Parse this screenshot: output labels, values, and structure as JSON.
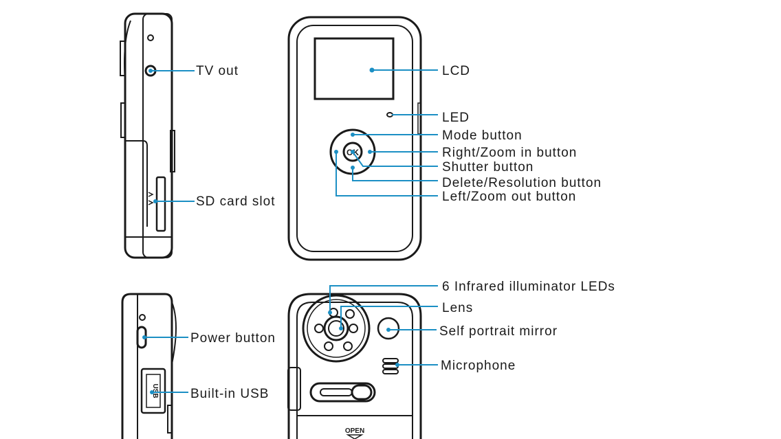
{
  "labels": {
    "tv_out": "TV out",
    "sd_card_slot": "SD card slot",
    "lcd": "LCD",
    "led": "LED",
    "mode_button": "Mode button",
    "right_zoom_in": "Right/Zoom in button",
    "shutter": "Shutter button",
    "delete_resolution": "Delete/Resolution button",
    "left_zoom_out": "Left/Zoom out button",
    "infrared_leds": "6 Infrared illuminator LEDs",
    "lens": "Lens",
    "self_portrait_mirror": "Self portrait mirror",
    "microphone": "Microphone",
    "power_button": "Power button",
    "built_in_usb": "Built-in USB"
  },
  "device_markings": {
    "ok_button": "OK",
    "open_latch": "OPEN",
    "usb_port": "USB"
  },
  "colors": {
    "leader_line": "#1b8fc4",
    "outline": "#1a1a1a",
    "background": "#ffffff"
  }
}
